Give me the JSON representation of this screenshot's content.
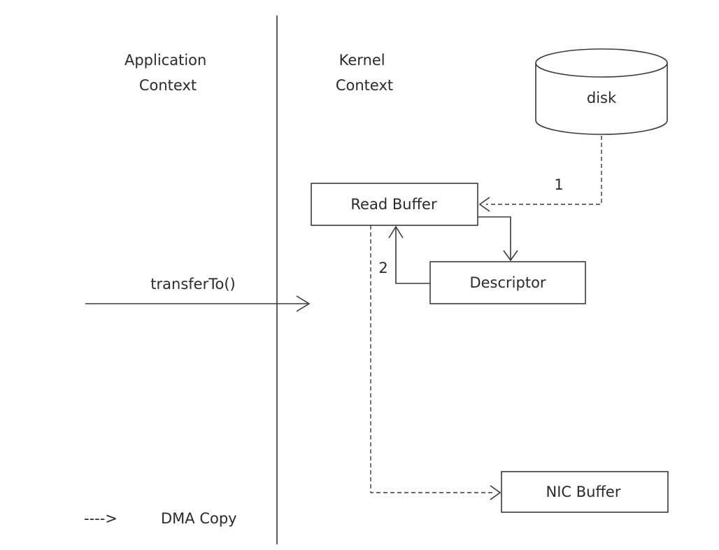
{
  "contexts": {
    "application": [
      "Application",
      "Context"
    ],
    "kernel": [
      "Kernel",
      "Context"
    ]
  },
  "nodes": {
    "disk": "disk",
    "read_buffer": "Read Buffer",
    "descriptor": "Descriptor",
    "nic_buffer": "NIC Buffer"
  },
  "call_label": "transferTo()",
  "step_labels": {
    "step1": "1",
    "step2": "2"
  },
  "legend": {
    "symbol": "---->",
    "label": "DMA Copy"
  }
}
